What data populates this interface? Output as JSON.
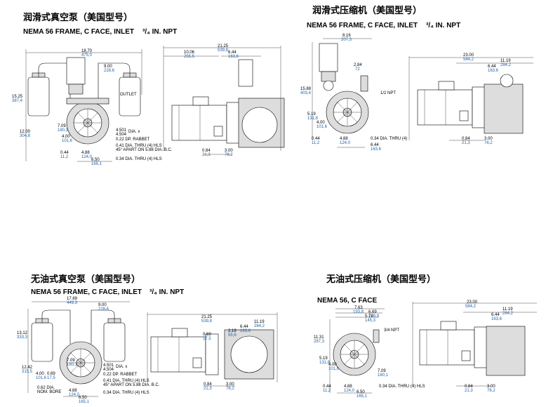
{
  "panels": {
    "p1": {
      "title": "润滑式真空泵（美国型号）",
      "subtitle": "NEMA 56 FRAME, C FACE, INLET",
      "inlet_size": "³/₄ IN. NPT",
      "labels": {
        "outlet": "OUTLET",
        "rabbet": "0.22 DP. RABBET",
        "dia_x": "DIA. x",
        "d1": "4.501",
        "d2": "4.504",
        "hls": "0.41 DIA. THRU (4) HLS",
        "apart": "45° APART ON 5.88 DIA. B.C.",
        "thru": "0.34 DIA. THRU (4) HLS"
      },
      "dims": {
        "a": [
          "18.70",
          "475,0"
        ],
        "b": [
          "9.00",
          "228,6"
        ],
        "c": [
          "15.25",
          "387,4"
        ],
        "d": [
          "12.00",
          "304,8"
        ],
        "e": [
          "7.09",
          "180,1"
        ],
        "f": [
          "4.00",
          "101,6"
        ],
        "g": [
          "0.44",
          "11,2"
        ],
        "h": [
          "4.88",
          "124,0"
        ],
        "i": [
          "6.50",
          "165,1"
        ],
        "j": [
          "21.25",
          "539,8"
        ],
        "k": [
          "10.06",
          "255,5"
        ],
        "l": [
          "6.44",
          "163,6"
        ],
        "m": [
          "0.84",
          "21,3"
        ],
        "n": [
          "3.00",
          "76,2"
        ]
      }
    },
    "p2": {
      "title": "润滑式压缩机（美国型号）",
      "subtitle": "NEMA 56 FRAME, C FACE, INLET",
      "inlet_size": "³/₄ IN. NPT",
      "labels": {
        "npt": "1/2 NPT",
        "thru": "0.34 DIA. THRU (4)"
      },
      "dims": {
        "a": [
          "8.16",
          "207,3"
        ],
        "b": [
          "2.84",
          "72"
        ],
        "c": [
          "15.88",
          "403,4"
        ],
        "d": [
          "5.19",
          "131,8"
        ],
        "e": [
          "4.00",
          "101,6"
        ],
        "f": [
          "0.44",
          "11,2"
        ],
        "g": [
          "4.88",
          "124,0"
        ],
        "h": [
          "6.44",
          "163,6"
        ],
        "i": [
          "23.00",
          "584,2"
        ],
        "j": [
          "11.19",
          "284,2"
        ],
        "k": [
          "6.44",
          "163,6"
        ],
        "l": [
          "0.84",
          "21,3"
        ],
        "m": [
          "3.00",
          "76,2"
        ]
      }
    },
    "p3": {
      "title": "无油式真空泵（美国型号）",
      "subtitle": "NEMA 56 FRAME, C FACE, INLET",
      "inlet_size": "³/₄ IN. NPT",
      "labels": {
        "dia_x": "DIA. x",
        "d1": "4.501",
        "d2": "4.504",
        "rabbet": "0.22 DP. RABBET",
        "hls": "0.41 DIA. THRU (4) HLS",
        "apart": "45° APART ON 5.88 DIA. B.C.",
        "thru": "0.34 DIA. THRU (4) HLS",
        "nom1": "0.62 DIA.",
        "nom2": "NOM. BORE"
      },
      "dims": {
        "a": [
          "17.69",
          "449,3"
        ],
        "b": [
          "9.00",
          "228,6"
        ],
        "c": [
          "13.12",
          "333,3"
        ],
        "d": [
          "12.42",
          "315,5"
        ],
        "e": [
          "7.09",
          "180,1"
        ],
        "f": [
          "4.00",
          "101,6"
        ],
        "g": [
          "0.69",
          "17,5"
        ],
        "h": [
          "4.88",
          "124,0"
        ],
        "i": [
          "6.50",
          "165,1"
        ],
        "j": [
          "21.25",
          "539,8"
        ],
        "k": [
          "11.19",
          "284,2"
        ],
        "l": [
          "6.44",
          "163,6"
        ],
        "m": [
          "2.19",
          "55,6"
        ],
        "n": [
          "0.69",
          "17,5"
        ],
        "o": [
          "0.84",
          "21,3"
        ],
        "p": [
          "3.00",
          "76,2"
        ]
      }
    },
    "p4": {
      "title": "无油式压缩机（美国型号）",
      "subtitle": "NEMA 56, C FACE",
      "labels": {
        "npt": "3/4 NPT",
        "thru": "0.34 DIA. THRU (4) HLS"
      },
      "dims": {
        "a": [
          "7.63",
          "193,8"
        ],
        "b": [
          "6.69",
          "169,9"
        ],
        "c": [
          "5.72",
          "145,3"
        ],
        "d": [
          "11.31",
          "287,3"
        ],
        "e": [
          "5.19",
          "131,8"
        ],
        "f": [
          "4.00",
          "101,6"
        ],
        "g": [
          "0.44",
          "11,2"
        ],
        "h": [
          "4.88",
          "124,0"
        ],
        "i": [
          "6.50",
          "165,1"
        ],
        "j": [
          "7.09",
          "180,1"
        ],
        "k": [
          "23.00",
          "584,2"
        ],
        "l": [
          "11.19",
          "284,2"
        ],
        "m": [
          "6.44",
          "163,6"
        ],
        "n": [
          "0.84",
          "21,3"
        ],
        "o": [
          "3.00",
          "76,2"
        ]
      }
    }
  }
}
